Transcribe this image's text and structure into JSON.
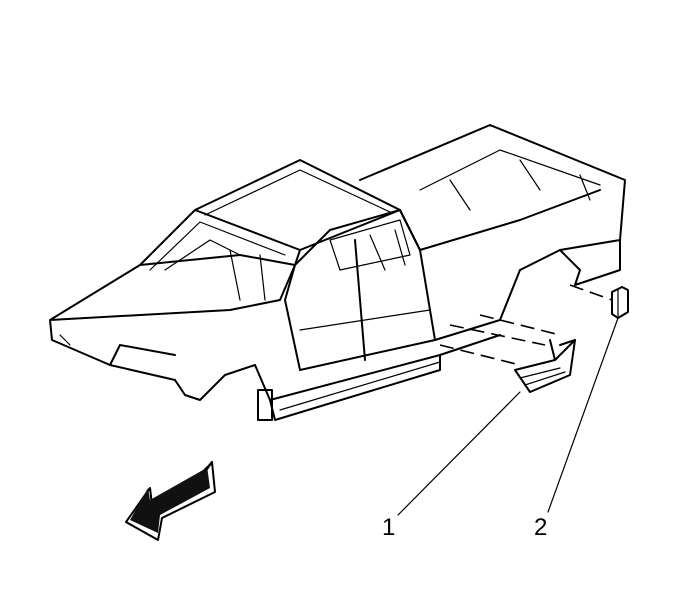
{
  "callouts": [
    {
      "label": "1"
    },
    {
      "label": "2"
    }
  ],
  "arrow_icon": "front-direction-arrow"
}
